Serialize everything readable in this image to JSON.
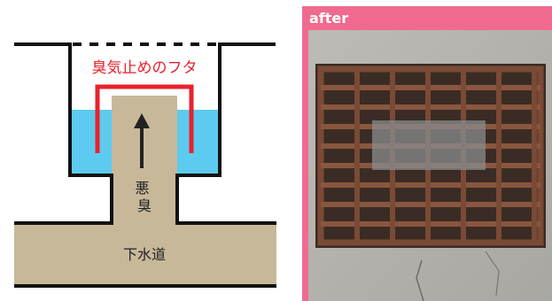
{
  "diagram": {
    "lid_label": "臭気止めのフタ",
    "arrow_label": "悪臭",
    "sewer_label": "下水道",
    "colors": {
      "water": "#5ccbef",
      "sewer": "#c8b89a",
      "lid": "#e8222e",
      "walls": "#111111"
    }
  },
  "photo": {
    "badge_label": "after",
    "badge_color": "#f06a8f"
  }
}
